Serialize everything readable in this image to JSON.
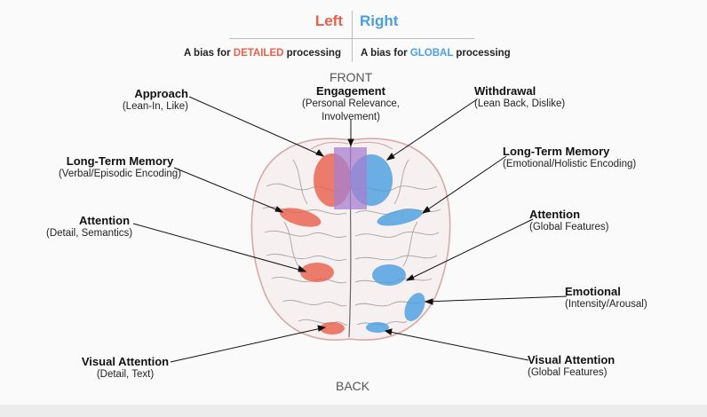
{
  "header": {
    "left_title": "Left",
    "right_title": "Right",
    "left_bias": {
      "prefix": "A bias for ",
      "highlight": "DETAILED",
      "suffix": " processing"
    },
    "right_bias": {
      "prefix": "A bias for ",
      "highlight": "GLOBAL",
      "suffix": " processing"
    }
  },
  "orientation": {
    "front": "FRONT",
    "back": "BACK"
  },
  "colors": {
    "left": "#e8604c",
    "right": "#4a9fe0",
    "center": "#a77fd0"
  },
  "labels": {
    "approach": {
      "title": "Approach",
      "sub": "(Lean-In, Like)"
    },
    "engagement": {
      "title": "Engagement",
      "sub1": "(Personal Relevance,",
      "sub2": "Involvement)"
    },
    "withdrawal": {
      "title": "Withdrawal",
      "sub": "(Lean Back, Dislike)"
    },
    "ltm_left": {
      "title": "Long-Term Memory",
      "sub": "(Verbal/Episodic Encoding)"
    },
    "ltm_right": {
      "title": "Long-Term Memory",
      "sub": "(Emotional/Holistic Encoding)"
    },
    "attention_left": {
      "title": "Attention",
      "sub": "(Detail, Semantics)"
    },
    "attention_right": {
      "title": "Attention",
      "sub": "(Global Features)"
    },
    "emotional": {
      "title": "Emotional",
      "sub": "(Intensity/Arousal)"
    },
    "visual_left": {
      "title": "Visual Attention",
      "sub": "(Detail, Text)"
    },
    "visual_right": {
      "title": "Visual Attention",
      "sub": "(Global Features)"
    }
  }
}
